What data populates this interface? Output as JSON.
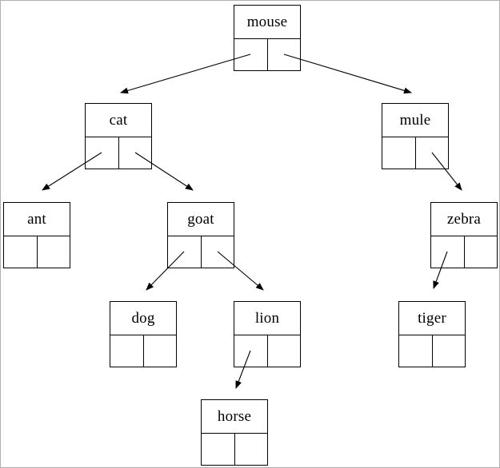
{
  "diagram": {
    "type": "binary-search-tree",
    "description": "Binary search tree of animal names; each node drawn as a record with a label field and left/right pointer cells",
    "colors": {
      "line": "#000000",
      "node_border": "#000000",
      "background": "#ffffff",
      "page_border": "#b0b0b0"
    },
    "nodes": [
      {
        "id": "mouse",
        "label": "mouse",
        "left_child": "cat",
        "right_child": "mule"
      },
      {
        "id": "cat",
        "label": "cat",
        "left_child": "ant",
        "right_child": "goat"
      },
      {
        "id": "mule",
        "label": "mule",
        "left_child": null,
        "right_child": "zebra"
      },
      {
        "id": "ant",
        "label": "ant",
        "left_child": null,
        "right_child": null
      },
      {
        "id": "goat",
        "label": "goat",
        "left_child": "dog",
        "right_child": "lion"
      },
      {
        "id": "zebra",
        "label": "zebra",
        "left_child": "tiger",
        "right_child": null
      },
      {
        "id": "dog",
        "label": "dog",
        "left_child": null,
        "right_child": null
      },
      {
        "id": "lion",
        "label": "lion",
        "left_child": "horse",
        "right_child": null
      },
      {
        "id": "tiger",
        "label": "tiger",
        "left_child": null,
        "right_child": null
      },
      {
        "id": "horse",
        "label": "horse",
        "left_child": null,
        "right_child": null
      }
    ],
    "edges": [
      {
        "from": "mouse",
        "pointer": "left",
        "to": "cat"
      },
      {
        "from": "mouse",
        "pointer": "right",
        "to": "mule"
      },
      {
        "from": "cat",
        "pointer": "left",
        "to": "ant"
      },
      {
        "from": "cat",
        "pointer": "right",
        "to": "goat"
      },
      {
        "from": "mule",
        "pointer": "right",
        "to": "zebra"
      },
      {
        "from": "goat",
        "pointer": "left",
        "to": "dog"
      },
      {
        "from": "goat",
        "pointer": "right",
        "to": "lion"
      },
      {
        "from": "zebra",
        "pointer": "left",
        "to": "tiger"
      },
      {
        "from": "lion",
        "pointer": "left",
        "to": "horse"
      }
    ]
  }
}
